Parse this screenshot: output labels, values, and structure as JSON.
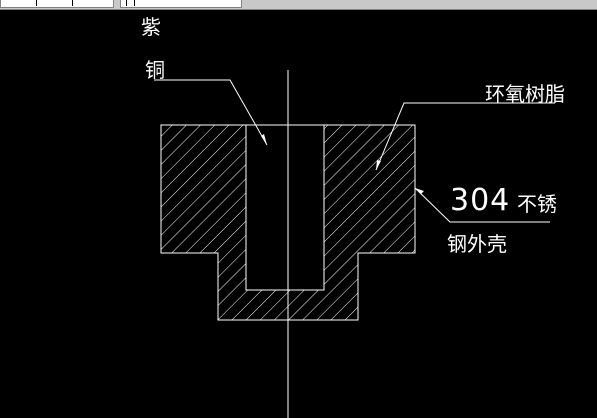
{
  "toolbar": {
    "field_left_value": "",
    "field_right_value": ""
  },
  "labels": {
    "purple_char1": "紫",
    "purple_char2": "铜",
    "epoxy": "环氧树脂",
    "steel_grade": "304",
    "stainless": "不锈",
    "shell": "钢外壳"
  },
  "colors": {
    "background": "#000000",
    "lines": "#ffffff",
    "toolbar": "#c8c8c8"
  }
}
